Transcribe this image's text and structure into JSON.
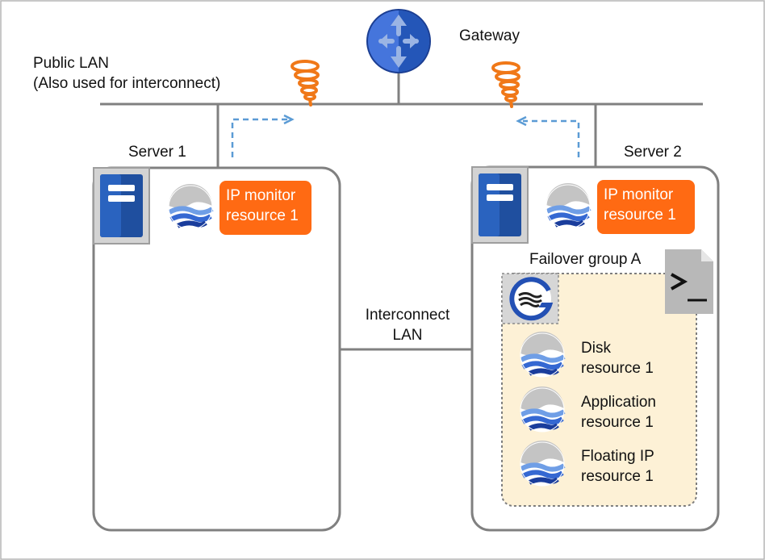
{
  "network": {
    "public_lan_line1": "Public LAN",
    "public_lan_line2": "(Also used for interconnect)",
    "gateway_label": "Gateway",
    "interconnect_line1": "Interconnect",
    "interconnect_line2": "LAN"
  },
  "server1": {
    "name": "Server 1",
    "monitor_line1": "IP monitor",
    "monitor_line2": "resource 1"
  },
  "server2": {
    "name": "Server 2",
    "monitor_line1": "IP monitor",
    "monitor_line2": "resource 1",
    "group_label": "Failover group A",
    "resources": [
      {
        "line1": "Disk",
        "line2": "resource 1"
      },
      {
        "line1": "Application",
        "line2": "resource 1"
      },
      {
        "line1": "Floating IP",
        "line2": "resource 1"
      }
    ]
  },
  "icons": {
    "gateway": "router-icon",
    "server": "server-icon",
    "resource": "resource-wave-icon",
    "group": "group-g-icon",
    "script": "terminal-script-icon",
    "fault": "fault-tornado-icon"
  },
  "colors": {
    "badge": "#ff6a13",
    "group_fill": "#fdf1d6",
    "server_icon": "#1f4f9f",
    "gateway": "#3d6cd6",
    "monitor_arrow": "#5b9bd5",
    "fault": "#f07818"
  }
}
